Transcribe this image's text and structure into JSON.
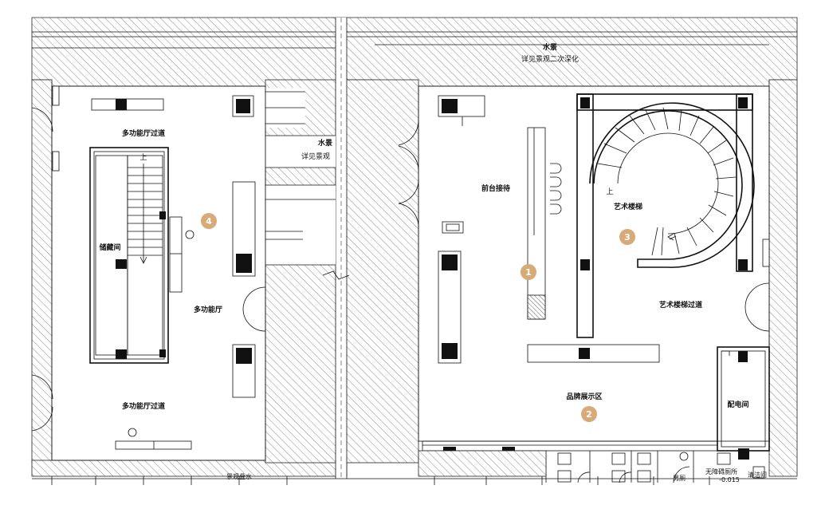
{
  "labels": {
    "water_landscape_top": "水景",
    "see_landscape_top": "详见景观二次深化",
    "water_landscape_mid": "水景",
    "see_landscape_mid": "详见景观",
    "corridor_top_left": "多功能厅过道",
    "storage": "储藏间",
    "multi_hall": "多功能厅",
    "corridor_bottom_left": "多功能厅过道",
    "bottom_left_text": "景观叠水",
    "reception": "前台接待",
    "art_stair": "艺术楼梯",
    "stair_up_left": "上",
    "stair_up_right": "上",
    "art_stair_corridor": "艺术楼梯过道",
    "brand_zone": "品牌展示区",
    "power_room": "配电间",
    "mens_wc": "男厕",
    "accessible_wc": "无障碍厕所",
    "cleaning": "清洁间",
    "elevation": "-0.015"
  },
  "markers": [
    {
      "id": "1"
    },
    {
      "id": "2"
    },
    {
      "id": "3"
    },
    {
      "id": "4"
    }
  ]
}
